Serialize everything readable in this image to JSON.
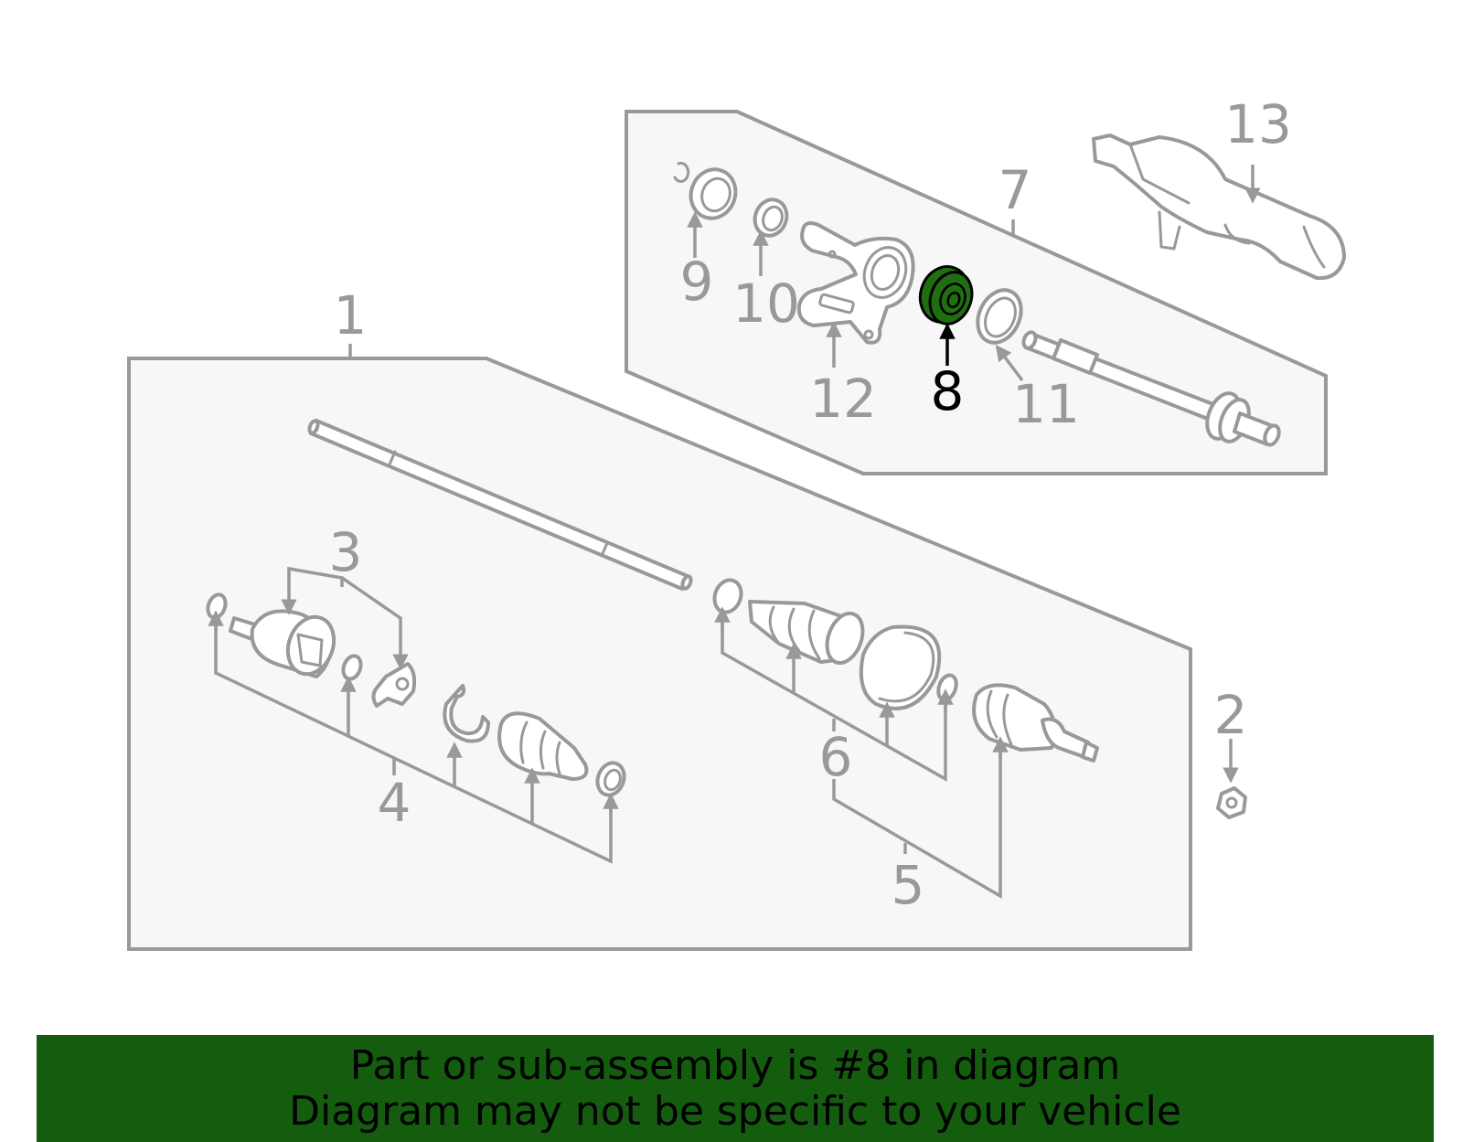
{
  "diagram": {
    "highlighted_part": "8",
    "highlight_color": "#1f6e12",
    "line_color": "#999999",
    "callouts": [
      "1",
      "2",
      "3",
      "4",
      "5",
      "6",
      "7",
      "8",
      "9",
      "10",
      "11",
      "12",
      "13"
    ]
  },
  "banner": {
    "line1": "Part or sub-assembly is #8 in diagram",
    "line2": "Diagram may not be specific to your vehicle",
    "background": "#145d0f"
  }
}
